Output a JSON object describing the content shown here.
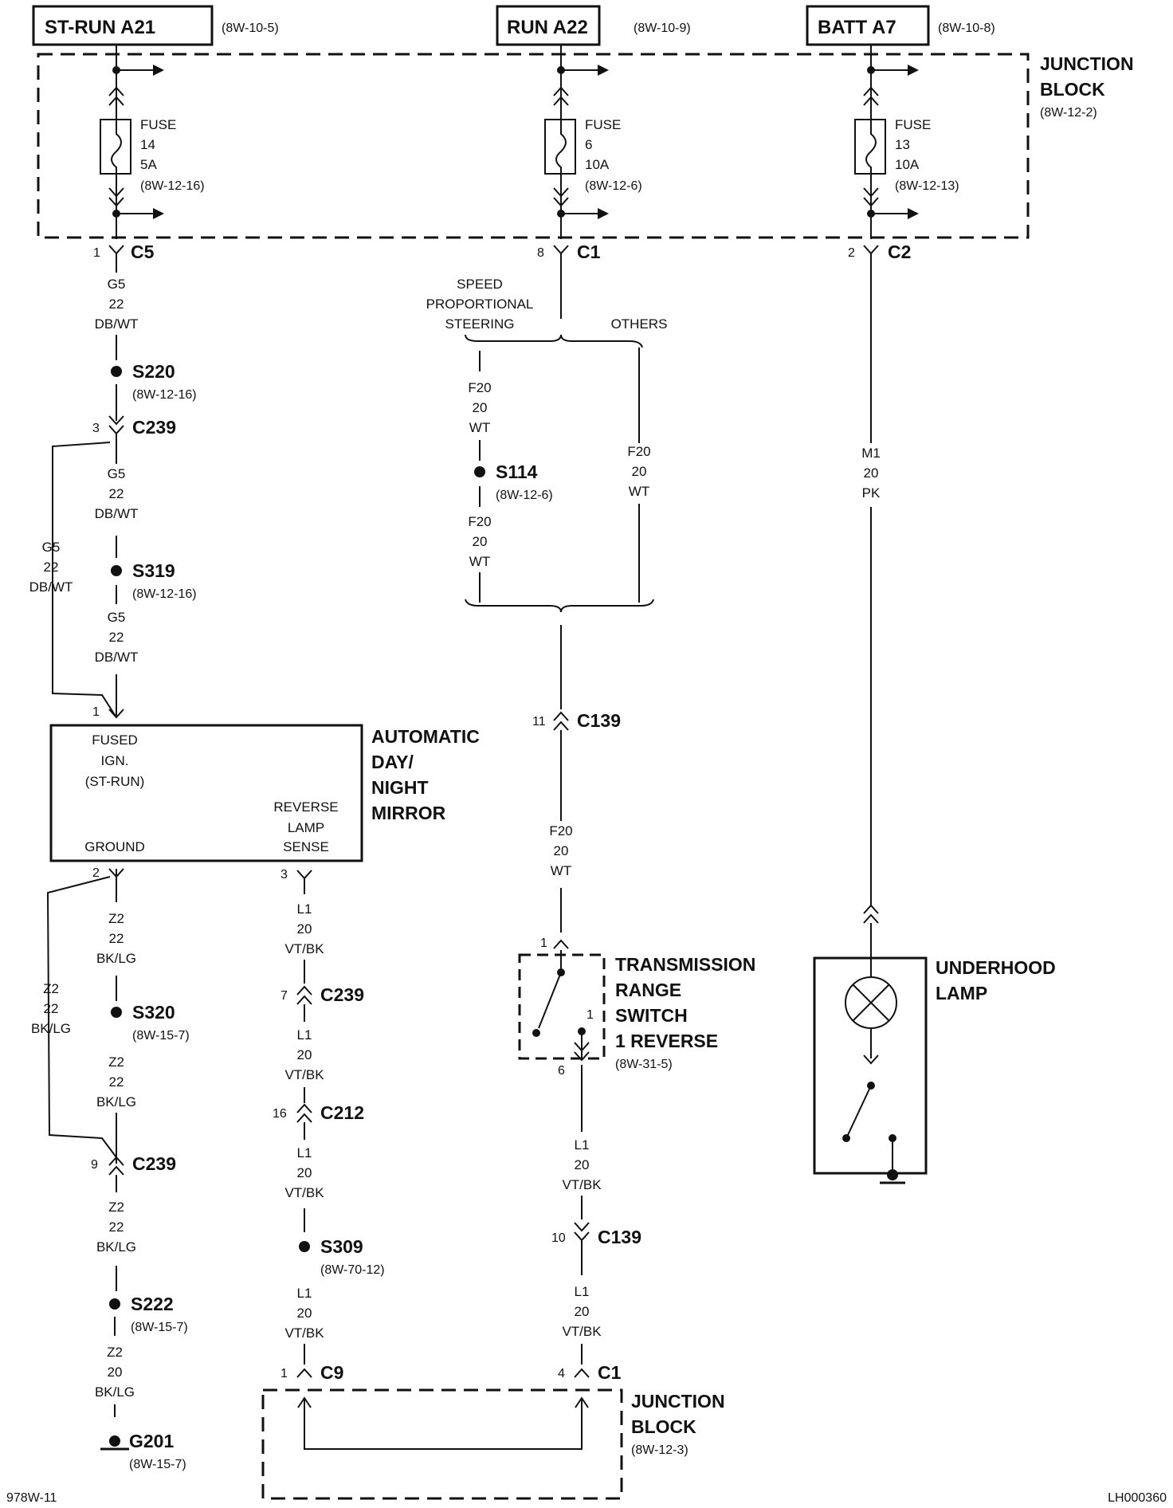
{
  "sources": {
    "st_run": {
      "label": "ST-RUN A21",
      "ref": "(8W-10-5)"
    },
    "run": {
      "label": "RUN A22",
      "ref": "(8W-10-9)"
    },
    "batt": {
      "label": "BATT A7",
      "ref": "(8W-10-8)"
    }
  },
  "junction_top": {
    "line1": "JUNCTION",
    "line2": "BLOCK",
    "ref": "(8W-12-2)"
  },
  "fuses": [
    {
      "word": "FUSE",
      "num": "14",
      "amp": "5A",
      "ref": "(8W-12-16)"
    },
    {
      "word": "FUSE",
      "num": "6",
      "amp": "10A",
      "ref": "(8W-12-6)"
    },
    {
      "word": "FUSE",
      "num": "13",
      "amp": "10A",
      "ref": "(8W-12-13)"
    }
  ],
  "left": {
    "conn_c5": {
      "pin": "1",
      "name": "C5"
    },
    "w1": [
      "G5",
      "22",
      "DB/WT"
    ],
    "s220": {
      "name": "S220",
      "ref": "(8W-12-16)"
    },
    "c239a": {
      "pin": "3",
      "name": "C239"
    },
    "w2": [
      "G5",
      "22",
      "DB/WT"
    ],
    "s319": {
      "name": "S319",
      "ref": "(8W-12-16)"
    },
    "w3": [
      "G5",
      "22",
      "DB/WT"
    ],
    "bypass1": [
      "G5",
      "22",
      "DB/WT"
    ],
    "mirror_pin1": "1",
    "ground_pin": "2",
    "w4": [
      "Z2",
      "22",
      "BK/LG"
    ],
    "s320": {
      "name": "S320",
      "ref": "(8W-15-7)"
    },
    "w5": [
      "Z2",
      "22",
      "BK/LG"
    ],
    "bypass2": [
      "Z2",
      "22",
      "BK/LG"
    ],
    "c239b": {
      "pin": "9",
      "name": "C239"
    },
    "w6": [
      "Z2",
      "22",
      "BK/LG"
    ],
    "s222": {
      "name": "S222",
      "ref": "(8W-15-7)"
    },
    "w7": [
      "Z2",
      "20",
      "BK/LG"
    ],
    "g201": {
      "name": "G201",
      "ref": "(8W-15-7)"
    }
  },
  "mirror": {
    "fused1": "FUSED",
    "fused2": "IGN.",
    "fused3": "(ST-RUN)",
    "rev1": "REVERSE",
    "rev2": "LAMP",
    "rev3": "SENSE",
    "ground": "GROUND",
    "title": [
      "AUTOMATIC",
      "DAY/",
      "NIGHT",
      "MIRROR"
    ]
  },
  "mid": {
    "pin3": "3",
    "w1": [
      "L1",
      "20",
      "VT/BK"
    ],
    "c239": {
      "pin": "7",
      "name": "C239"
    },
    "w2": [
      "L1",
      "20",
      "VT/BK"
    ],
    "c212": {
      "pin": "16",
      "name": "C212"
    },
    "w3": [
      "L1",
      "20",
      "VT/BK"
    ],
    "s309": {
      "name": "S309",
      "ref": "(8W-70-12)"
    },
    "w4": [
      "L1",
      "20",
      "VT/BK"
    ],
    "c9": {
      "pin": "1",
      "name": "C9"
    }
  },
  "run_col": {
    "c1": {
      "pin": "8",
      "name": "C1"
    },
    "branch_sps": [
      "SPEED",
      "PROPORTIONAL",
      "STEERING"
    ],
    "branch_others": "OTHERS",
    "wa": [
      "F20",
      "20",
      "WT"
    ],
    "s114": {
      "name": "S114",
      "ref": "(8W-12-6)"
    },
    "wb": [
      "F20",
      "20",
      "WT"
    ],
    "wc": [
      "F20",
      "20",
      "WT"
    ],
    "c139a": {
      "pin": "11",
      "name": "C139"
    },
    "wd": [
      "F20",
      "20",
      "WT"
    ],
    "trs_in_pin": "1",
    "trs_pos_pin": "1",
    "trs_out_pin": "6",
    "trs_title": [
      "TRANSMISSION",
      "RANGE",
      "SWITCH",
      "1 REVERSE"
    ],
    "trs_ref": "(8W-31-5)",
    "we": [
      "L1",
      "20",
      "VT/BK"
    ],
    "c139b": {
      "pin": "10",
      "name": "C139"
    },
    "wf": [
      "L1",
      "20",
      "VT/BK"
    ],
    "c1b": {
      "pin": "4",
      "name": "C1"
    }
  },
  "batt_col": {
    "c2": {
      "pin": "2",
      "name": "C2"
    },
    "w": [
      "M1",
      "20",
      "PK"
    ],
    "lamp_title": [
      "UNDERHOOD",
      "LAMP"
    ]
  },
  "junction_bottom": {
    "line1": "JUNCTION",
    "line2": "BLOCK",
    "ref": "(8W-12-3)"
  },
  "footer": {
    "left": "978W-11",
    "right": "LH000360"
  }
}
